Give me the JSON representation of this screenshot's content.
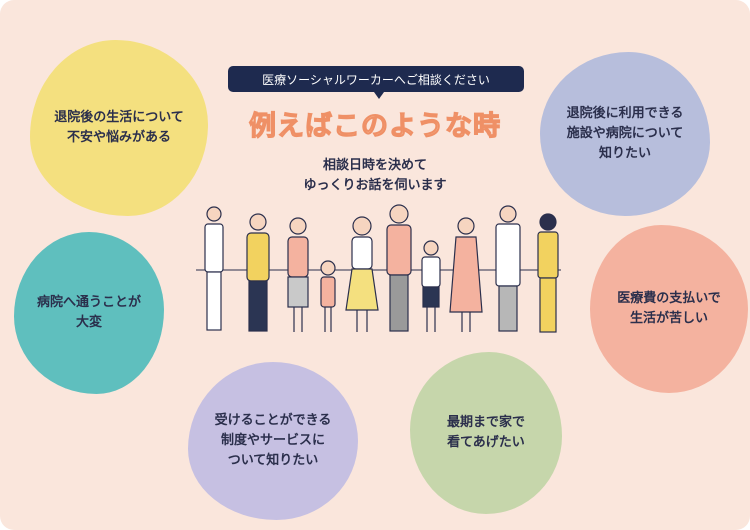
{
  "header": {
    "bubble": "医療ソーシャルワーカーへご相談ください",
    "title": "例えばこのような時",
    "subtitle": "相談日時を決めて\nゆっくりお話を伺います"
  },
  "cases": [
    {
      "text": "退院後の生活について\n不安や悩みがある",
      "color": "#f4e07f"
    },
    {
      "text": "退院後に利用できる\n施設や病院について\n知りたい",
      "color": "#b7bedc"
    },
    {
      "text": "病院へ通うことが\n大変",
      "color": "#5fbfbe"
    },
    {
      "text": "医療費の支払いで\n生活が苦しい",
      "color": "#f4b29f"
    },
    {
      "text": "受けることができる\n制度やサービスに\nついて知りたい",
      "color": "#c6c0e2"
    },
    {
      "text": "最期まで家で\n看てあげたい",
      "color": "#c6d6ab"
    }
  ]
}
